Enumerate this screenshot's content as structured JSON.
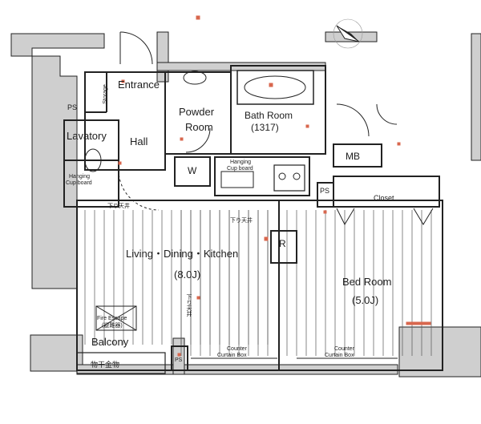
{
  "rooms": {
    "entrance": "Entrance",
    "storage": "Storage",
    "ps_left": "PS",
    "powder_line1": "Powder",
    "powder_line2": "Room",
    "bath_line1": "Bath Room",
    "bath_line2": "(1317)",
    "lavatory": "Lavatory",
    "hall": "Hall",
    "hanging_left_line1": "Hanging",
    "hanging_left_line2": "Cup board",
    "w": "W",
    "hanging_kitchen_line1": "Hanging",
    "hanging_kitchen_line2": "Cup board",
    "mb": "MB",
    "ps_right": "PS",
    "closet": "Closet",
    "ldk_title": "Living・Dining・Kitchen",
    "ldk_size": "(8.0J)",
    "r": "R",
    "bedroom_title": "Bed Room",
    "bedroom_size": "(5.0J)",
    "fire_escape_line1": "Fire Escape",
    "fire_escape_line2": "(避難器)",
    "balcony": "Balcony",
    "drying_hardware": "物干金物",
    "ps_bottom": "PS",
    "curtain_box_1_line1": "Counter",
    "curtain_box_1_line2": "Curtain Box",
    "curtain_box_2_line1": "Counter",
    "curtain_box_2_line2": "Curtain Box",
    "ceiling_note_1": "下り天井",
    "ceiling_note_2": "下り天井",
    "ceiling_note_3": "下り天井"
  },
  "colors": {
    "wall_fill": "#cfcfcf",
    "line": "#222222",
    "floor_hatch": "#555555",
    "marker": "#d8674e"
  },
  "icons": {
    "north_arrow": "north-arrow-icon"
  }
}
